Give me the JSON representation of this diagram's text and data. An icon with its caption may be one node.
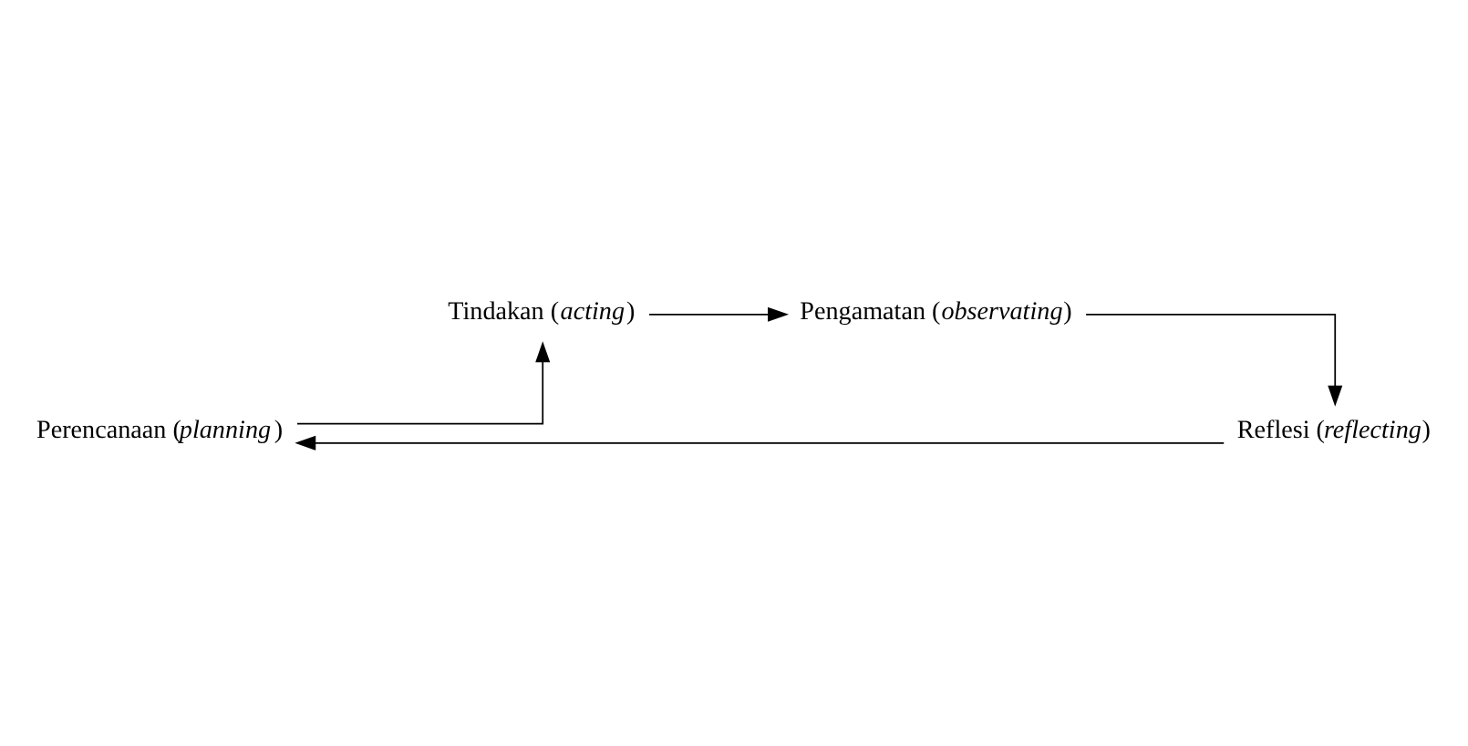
{
  "diagram": {
    "nodes": [
      {
        "text": [
          "Perencanaan (*planning*)"
        ]
      },
      {
        "text": [
          "Tindakan (*acting*)"
        ]
      },
      {
        "text": [
          "Pengamatan (*observating*)"
        ]
      },
      {
        "text": [
          "Reflesi (*reflecting*)"
        ]
      }
    ],
    "edges": [
      {
        "from": 0,
        "to": 1,
        "arrow": "to"
      },
      {
        "from": 1,
        "to": 2,
        "arrow": "to"
      },
      {
        "from": 2,
        "to": 3,
        "arrow": "to"
      },
      {
        "from": 3,
        "to": 0,
        "arrow": "to"
      }
    ]
  }
}
